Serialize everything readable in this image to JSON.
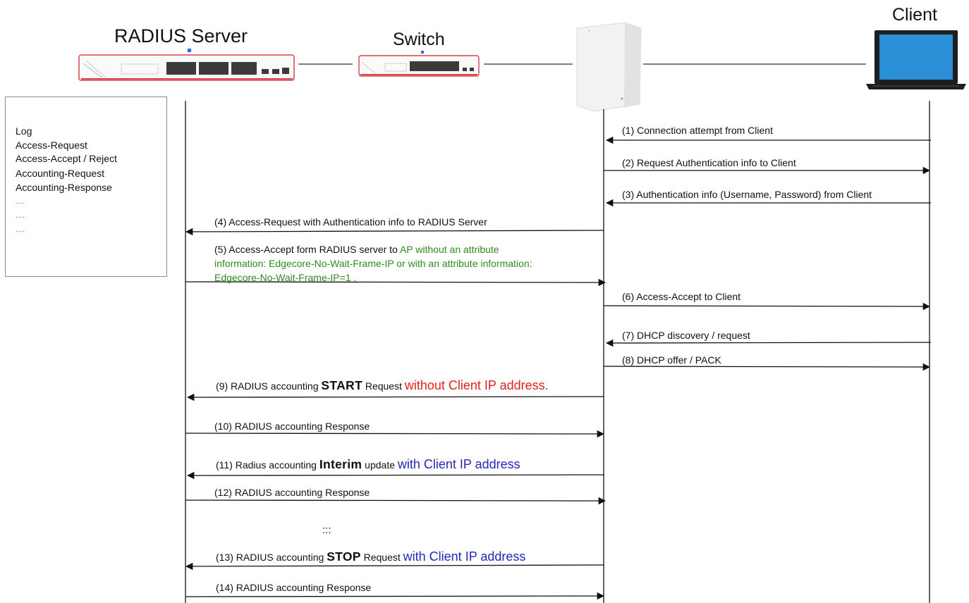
{
  "entities": {
    "radius_server": "RADIUS Server",
    "switch": "Switch",
    "client": "Client"
  },
  "log": [
    "Log",
    "Access-Request",
    "Access-Accept / Reject",
    "Accounting-Request",
    "Accounting-Response",
    "....",
    "....",
    "...."
  ],
  "messages": {
    "m1": "(1) Connection attempt from Client",
    "m2": "(2) Request Authentication info to Client",
    "m3": "(3) Authentication info (Username, Password) from Client",
    "m4": "(4) Access-Request with Authentication info to RADIUS Server",
    "m5_prefix": "(5) Access-Accept form RADIUS server to ",
    "m5_green_1": "AP without an attribute",
    "m5_green_2": "information: Edgecore-No-Wait-Frame-IP or with an attribute information:",
    "m5_green_3": "Edgecore-No-Wait-Frame-IP=1 .",
    "m6": "(6) Access-Accept to Client",
    "m7": "(7) DHCP discovery / request",
    "m8": "(8) DHCP offer / PACK",
    "m9_a": "(9) RADIUS accounting ",
    "m9_b": "START",
    "m9_c": " Request ",
    "m9_d": "without Client IP address.",
    "m10": "(10) RADIUS accounting Response",
    "m11_a": "(11) Radius accounting ",
    "m11_b": "Interim",
    "m11_c": " update ",
    "m11_d": "with Client IP address",
    "m12": "(12) RADIUS accounting Response",
    "ellipsis": ":::",
    "m13_a": "(13) RADIUS accounting ",
    "m13_b": "STOP",
    "m13_c": " Request ",
    "m13_d": "with Client IP address",
    "m14": "(14) RADIUS accounting Response"
  },
  "colors": {
    "device_red": "#d9434b",
    "green_text": "#2e8b1f",
    "red_text": "#e02020",
    "blue_text": "#2626b8",
    "laptop_screen": "#2b8fd6"
  }
}
